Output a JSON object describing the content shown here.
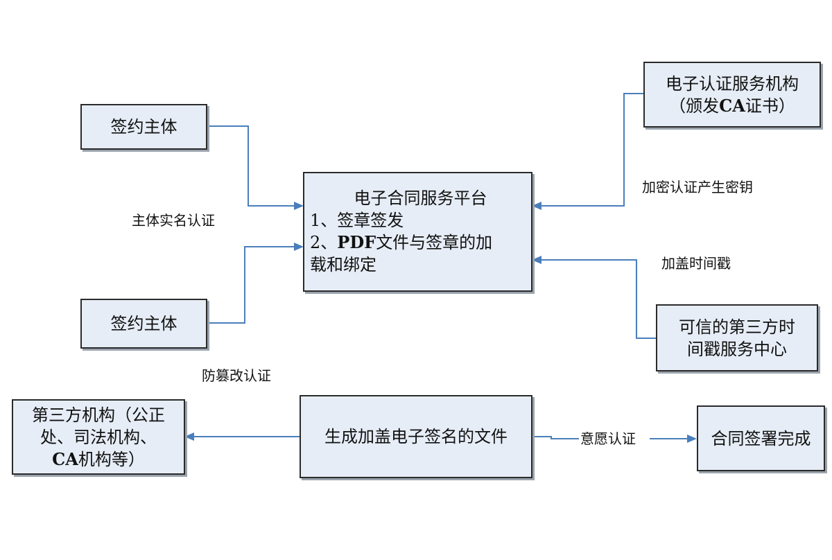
{
  "nodes": {
    "party_a": "签约主体",
    "party_b": "签约主体",
    "platform": {
      "title": "电子合同服务平台",
      "item1": "1、签章签发",
      "item2_num": "2、",
      "item2_bold": "PDF",
      "item2_text": "文件与签章的加",
      "item2_cont": "载和绑定"
    },
    "ca": {
      "line1": "电子认证服务机构",
      "line2_a": "（颁发",
      "line2_b": "CA",
      "line2_c": "证书）"
    },
    "timestamp_center": {
      "line1": "可信的第三方时",
      "line2": "间戳服务中心"
    },
    "third_party": {
      "line1": "第三方机构（公正",
      "line2": "处、司法机构、",
      "line3_a": "CA",
      "line3_b": "机构等）"
    },
    "signed_file": "生成加盖电子签名的文件",
    "contract_done": "合同签署完成"
  },
  "edge_labels": {
    "real_name": "主体实名认证",
    "key_gen": "加密认证产生密钥",
    "timestamp": "加盖时间戳",
    "tamper_proof": "防篡改认证",
    "intent": "意愿认证"
  }
}
